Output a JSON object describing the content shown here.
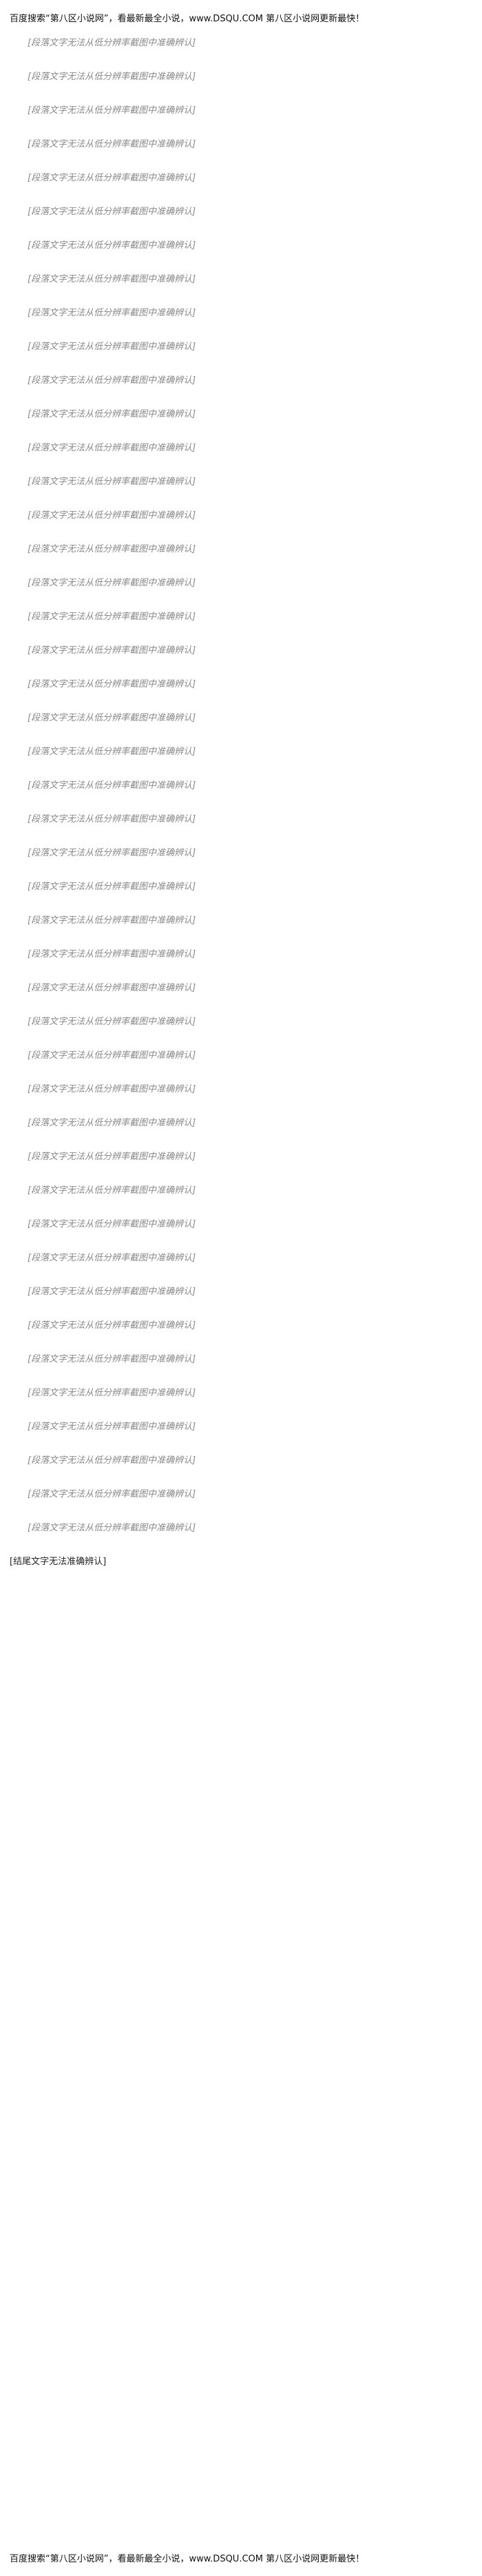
{
  "header": {
    "banner": "百度搜索“第八区小说网”，看最新最全小说，www.DSQU.COM 第八区小说网更新最快！"
  },
  "chapter": {
    "paragraphs": [
      "[段落文字无法从低分辨率截图中准确辨认]",
      "[段落文字无法从低分辨率截图中准确辨认]",
      "[段落文字无法从低分辨率截图中准确辨认]",
      "[段落文字无法从低分辨率截图中准确辨认]",
      "[段落文字无法从低分辨率截图中准确辨认]",
      "[段落文字无法从低分辨率截图中准确辨认]",
      "[段落文字无法从低分辨率截图中准确辨认]",
      "[段落文字无法从低分辨率截图中准确辨认]",
      "[段落文字无法从低分辨率截图中准确辨认]",
      "[段落文字无法从低分辨率截图中准确辨认]",
      "[段落文字无法从低分辨率截图中准确辨认]",
      "[段落文字无法从低分辨率截图中准确辨认]",
      "[段落文字无法从低分辨率截图中准确辨认]",
      "[段落文字无法从低分辨率截图中准确辨认]",
      "[段落文字无法从低分辨率截图中准确辨认]",
      "[段落文字无法从低分辨率截图中准确辨认]",
      "[段落文字无法从低分辨率截图中准确辨认]",
      "[段落文字无法从低分辨率截图中准确辨认]",
      "[段落文字无法从低分辨率截图中准确辨认]",
      "[段落文字无法从低分辨率截图中准确辨认]",
      "[段落文字无法从低分辨率截图中准确辨认]",
      "[段落文字无法从低分辨率截图中准确辨认]",
      "[段落文字无法从低分辨率截图中准确辨认]",
      "[段落文字无法从低分辨率截图中准确辨认]",
      "[段落文字无法从低分辨率截图中准确辨认]",
      "[段落文字无法从低分辨率截图中准确辨认]",
      "[段落文字无法从低分辨率截图中准确辨认]",
      "[段落文字无法从低分辨率截图中准确辨认]",
      "[段落文字无法从低分辨率截图中准确辨认]",
      "[段落文字无法从低分辨率截图中准确辨认]",
      "[段落文字无法从低分辨率截图中准确辨认]",
      "[段落文字无法从低分辨率截图中准确辨认]",
      "[段落文字无法从低分辨率截图中准确辨认]",
      "[段落文字无法从低分辨率截图中准确辨认]",
      "[段落文字无法从低分辨率截图中准确辨认]",
      "[段落文字无法从低分辨率截图中准确辨认]",
      "[段落文字无法从低分辨率截图中准确辨认]",
      "[段落文字无法从低分辨率截图中准确辨认]",
      "[段落文字无法从低分辨率截图中准确辨认]",
      "[段落文字无法从低分辨率截图中准确辨认]",
      "[段落文字无法从低分辨率截图中准确辨认]",
      "[段落文字无法从低分辨率截图中准确辨认]",
      "[段落文字无法从低分辨率截图中准确辨认]",
      "[段落文字无法从低分辨率截图中准确辨认]",
      "[段落文字无法从低分辨率截图中准确辨认]"
    ]
  },
  "footer": {
    "signoff": "[结尾文字无法准确辨认]",
    "banner": "百度搜索“第八区小说网”，看最新最全小说，www.DSQU.COM 第八区小说网更新最快！"
  }
}
